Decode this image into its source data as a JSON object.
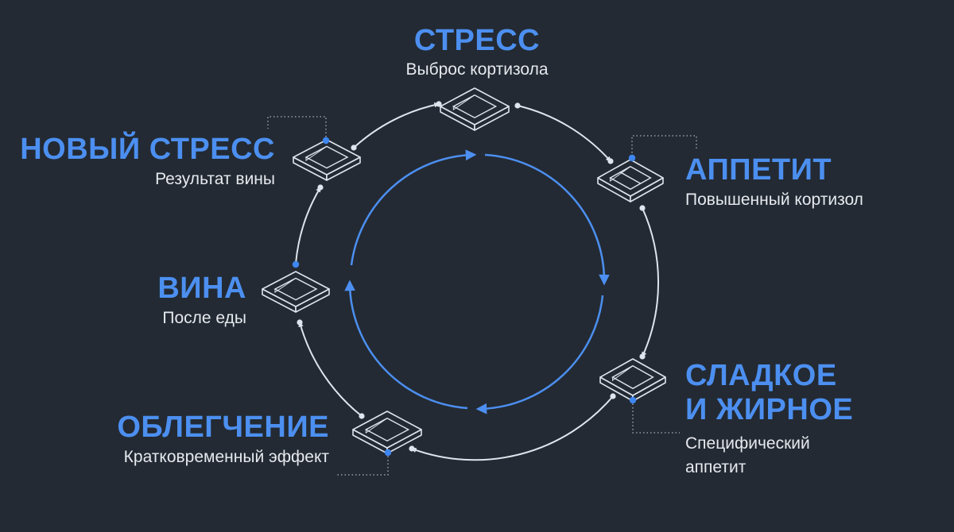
{
  "nodes": [
    {
      "id": "stress",
      "title": "СТРЕСС",
      "subtitle": "Выброс кортизола"
    },
    {
      "id": "appetite",
      "title": "АППЕТИТ",
      "subtitle": "Повышенный кортизол"
    },
    {
      "id": "sweet-fat",
      "title_line1": "СЛАДКОЕ",
      "title_line2": "И ЖИРНОЕ",
      "subtitle_line1": "Специфический",
      "subtitle_line2": "аппетит"
    },
    {
      "id": "relief",
      "title": "ОБЛЕГЧЕНИЕ",
      "subtitle": "Кратковременный эффект"
    },
    {
      "id": "guilt",
      "title": "ВИНА",
      "subtitle": "После еды"
    },
    {
      "id": "new-stress",
      "title": "НОВЫЙ СТРЕСС",
      "subtitle": "Результат вины"
    }
  ],
  "colors": {
    "background": "#232a33",
    "accent": "#4c8ff0",
    "outer_ring": "#dfe5ec",
    "text": "#e6e9ee"
  }
}
